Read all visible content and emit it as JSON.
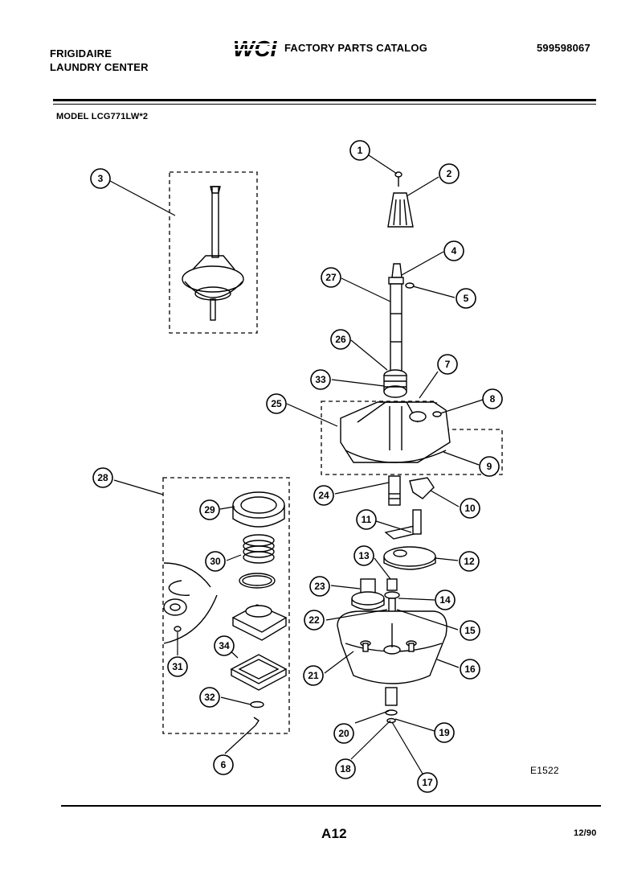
{
  "header": {
    "brand_line1": "FRIGIDAIRE",
    "brand_line2": "LAUNDRY CENTER",
    "logo_text": "WCI",
    "catalog_title": "FACTORY PARTS CATALOG",
    "catalog_number": "599598067",
    "model": "MODEL LCG771LW*2"
  },
  "diagram": {
    "code": "E1522",
    "callouts": [
      {
        "id": "callout-1",
        "label": "1"
      },
      {
        "id": "callout-2",
        "label": "2"
      },
      {
        "id": "callout-3",
        "label": "3"
      },
      {
        "id": "callout-4",
        "label": "4"
      },
      {
        "id": "callout-5",
        "label": "5"
      },
      {
        "id": "callout-6",
        "label": "6"
      },
      {
        "id": "callout-7",
        "label": "7"
      },
      {
        "id": "callout-8",
        "label": "8"
      },
      {
        "id": "callout-9",
        "label": "9"
      },
      {
        "id": "callout-10",
        "label": "10"
      },
      {
        "id": "callout-11",
        "label": "11"
      },
      {
        "id": "callout-12",
        "label": "12"
      },
      {
        "id": "callout-13",
        "label": "13"
      },
      {
        "id": "callout-14",
        "label": "14"
      },
      {
        "id": "callout-15",
        "label": "15"
      },
      {
        "id": "callout-16",
        "label": "16"
      },
      {
        "id": "callout-17",
        "label": "17"
      },
      {
        "id": "callout-18",
        "label": "18"
      },
      {
        "id": "callout-19",
        "label": "19"
      },
      {
        "id": "callout-20",
        "label": "20"
      },
      {
        "id": "callout-21",
        "label": "21"
      },
      {
        "id": "callout-22",
        "label": "22"
      },
      {
        "id": "callout-23",
        "label": "23"
      },
      {
        "id": "callout-24",
        "label": "24"
      },
      {
        "id": "callout-25",
        "label": "25"
      },
      {
        "id": "callout-26",
        "label": "26"
      },
      {
        "id": "callout-27",
        "label": "27"
      },
      {
        "id": "callout-28",
        "label": "28"
      },
      {
        "id": "callout-29",
        "label": "29"
      },
      {
        "id": "callout-30",
        "label": "30"
      },
      {
        "id": "callout-31",
        "label": "31"
      },
      {
        "id": "callout-32",
        "label": "32"
      },
      {
        "id": "callout-33",
        "label": "33"
      },
      {
        "id": "callout-34",
        "label": "34"
      }
    ]
  },
  "footer": {
    "page": "A12",
    "date": "12/90"
  }
}
